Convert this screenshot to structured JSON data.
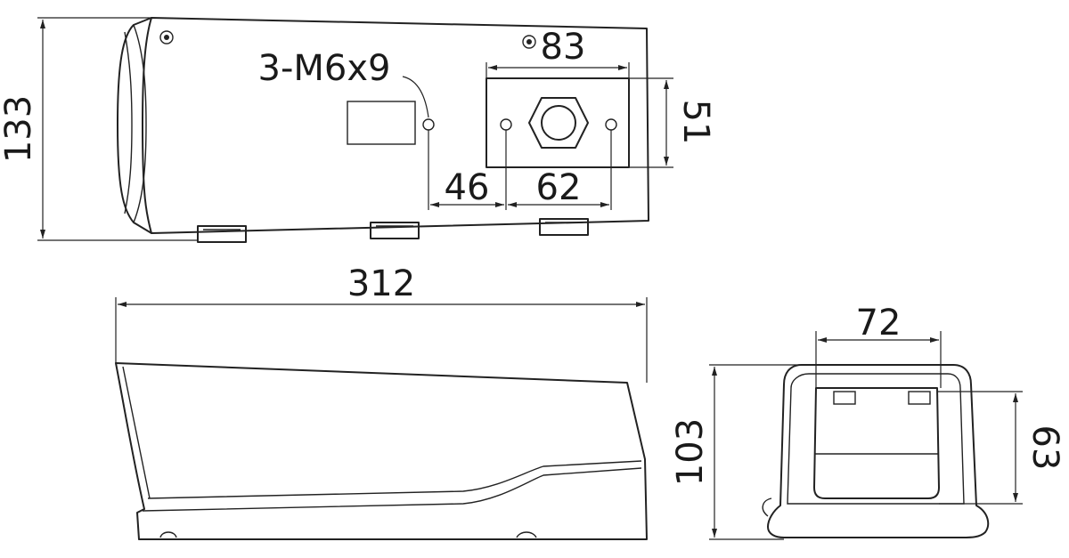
{
  "colors": {
    "line": "#222222",
    "text": "#1a1a1a",
    "background": "#ffffff"
  },
  "dimensions": {
    "overall_height_top": "133",
    "plate_width": "83",
    "plate_height": "51",
    "screw_spec": "3-M6x9",
    "hole_spacing_left": "46",
    "hole_spacing_right": "62",
    "overall_length": "312",
    "front_inner_width": "72",
    "front_height": "103",
    "front_inner_height": "63"
  },
  "icons": {
    "screw_head": "screw-head-icon"
  }
}
